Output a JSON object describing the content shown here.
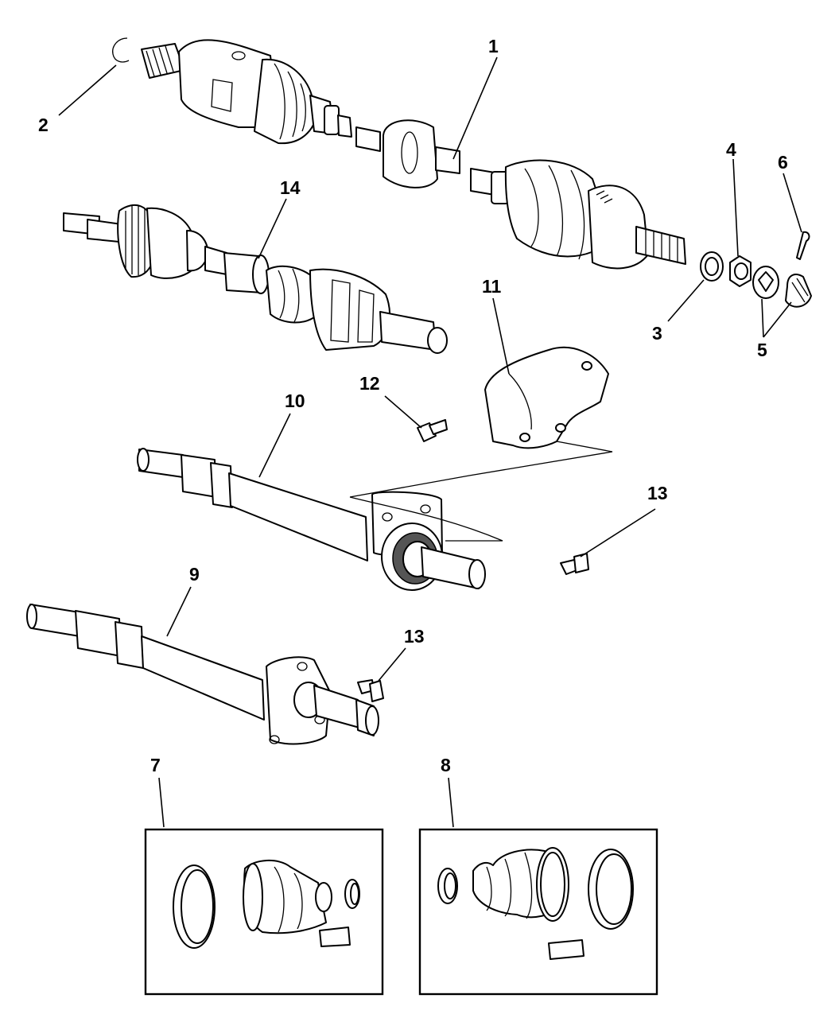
{
  "labels": {
    "l1": "1",
    "l2": "2",
    "l3": "3",
    "l4": "4",
    "l5": "5",
    "l6": "6",
    "l7": "7",
    "l8": "8",
    "l9": "9",
    "l10": "10",
    "l11": "11",
    "l12": "12",
    "l13a": "13",
    "l13b": "13",
    "l14": "14"
  }
}
